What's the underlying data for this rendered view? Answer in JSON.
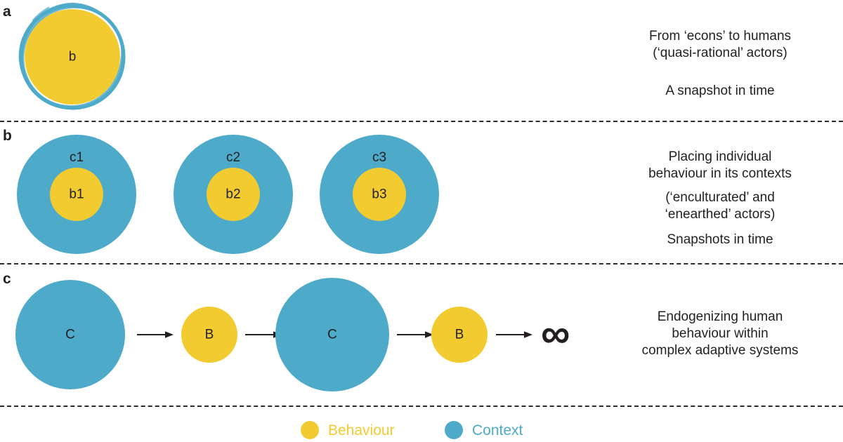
{
  "figure": {
    "background": "#ffffff",
    "colors": {
      "behaviour_yellow": "#f2cb30",
      "context_blue": "#4eaac9",
      "ink": "#231f20"
    }
  },
  "panels": [
    {
      "letter": "a",
      "note": "From ‘econs’ to humans\n(‘quasi-rational’ actors)",
      "note2": "A snapshot in time",
      "circles": [
        {
          "label": "b",
          "fill": "behaviour_yellow",
          "ring": "context_blue"
        }
      ]
    },
    {
      "letter": "b",
      "note": "Placing individual\nbehaviour in its contexts",
      "note2": "(‘enculturated’ and\n‘enearthed’ actors)",
      "note3": "Snapshots in time",
      "groups": [
        {
          "outer_label": "c1",
          "inner_label": "b1"
        },
        {
          "outer_label": "c2",
          "inner_label": "b2"
        },
        {
          "outer_label": "c3",
          "inner_label": "b3"
        }
      ]
    },
    {
      "letter": "c",
      "note": "Endogenizing human\nbehaviour within\ncomplex adaptive systems",
      "sequence": [
        {
          "kind": "circle",
          "label": "C",
          "fill": "context_blue"
        },
        {
          "kind": "arrow"
        },
        {
          "kind": "circle",
          "label": "B",
          "fill": "behaviour_yellow"
        },
        {
          "kind": "arrow"
        },
        {
          "kind": "circle",
          "label": "C",
          "fill": "context_blue"
        },
        {
          "kind": "arrow"
        },
        {
          "kind": "circle",
          "label": "B",
          "fill": "behaviour_yellow"
        },
        {
          "kind": "arrow"
        },
        {
          "kind": "symbol",
          "label": "∞"
        }
      ]
    }
  ],
  "legend": {
    "items": [
      {
        "label": "Behaviour",
        "color": "#f2cb30"
      },
      {
        "label": "Context",
        "color": "#4eaac9"
      }
    ]
  }
}
